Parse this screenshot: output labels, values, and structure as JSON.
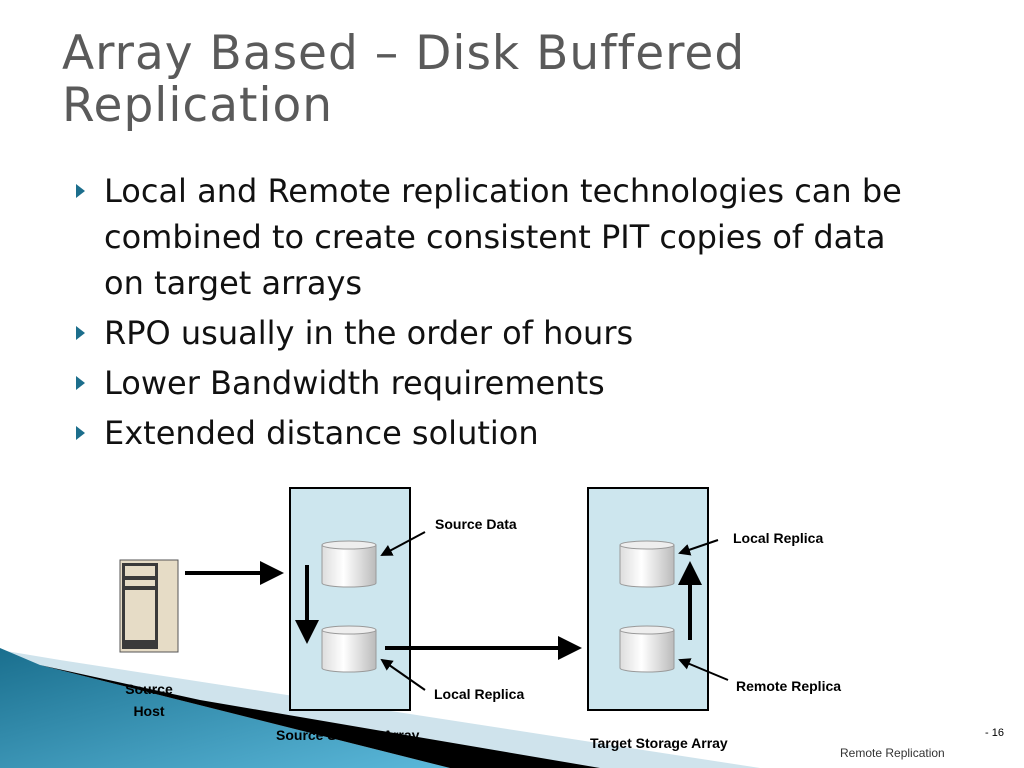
{
  "title": "Array Based – Disk Buffered Replication",
  "bullets": [
    "Local and Remote replication technologies can be combined to create consistent PIT copies of data on target arrays",
    "RPO usually in the order of hours",
    "Lower Bandwidth requirements",
    "Extended distance solution"
  ],
  "diagram": {
    "source_data": "Source Data",
    "local_replica_source": "Local Replica",
    "local_replica_target": "Local Replica",
    "remote_replica": "Remote Replica",
    "source_host": "Source Host",
    "source_array": "Source Storage Array",
    "target_array": "Target Storage Array"
  },
  "footer": {
    "text": "Remote Replication",
    "page": "- 16"
  },
  "colors": {
    "array_fill": "#cde6ee",
    "accent": "#1c6e8c"
  }
}
